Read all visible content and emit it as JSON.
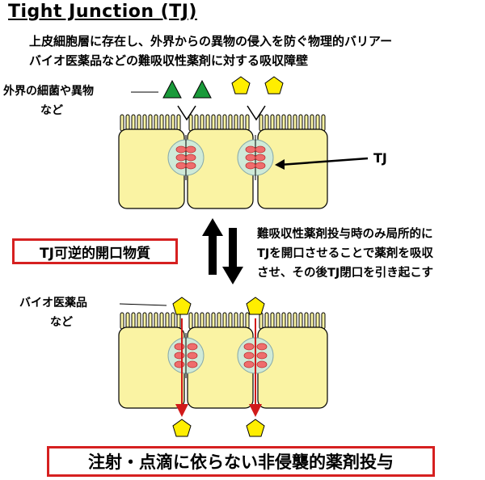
{
  "title": "Tight Junction (TJ)",
  "description": {
    "line1": "上皮細胞層に存在し、外界からの異物の侵入を防ぐ物理的バリアー",
    "line2": "バイオ医薬品などの難吸収性薬剤に対する吸収障壁"
  },
  "labels": {
    "external_line1": "外界の細菌や異物",
    "external_line2": "など",
    "tj": "TJ",
    "biologic_line1": "バイオ医薬品",
    "biologic_line2": "など"
  },
  "explanation": {
    "line1": "難吸収性薬剤投与時のみ局所的に",
    "line2": "TJを開口させることで薬剤を吸収",
    "line3": "させ、その後TJ閉口を引き起こす"
  },
  "tj_modulator_box": "TJ可逆的開口物質",
  "result_box": "注射・点滴に依らない非侵襲的薬剤投与",
  "colors": {
    "cell_fill": "#faf3a3",
    "junction_fill": "#cfead8",
    "tj_oval": "#ef6d6d",
    "triangle": "#1a9a3a",
    "pentagon": "#ffee00",
    "red_arrow": "#d11a1a",
    "box_border": "#d62020"
  },
  "icons": [
    "green-triangle-icon",
    "yellow-pentagon-icon",
    "double-arrow-icon"
  ]
}
